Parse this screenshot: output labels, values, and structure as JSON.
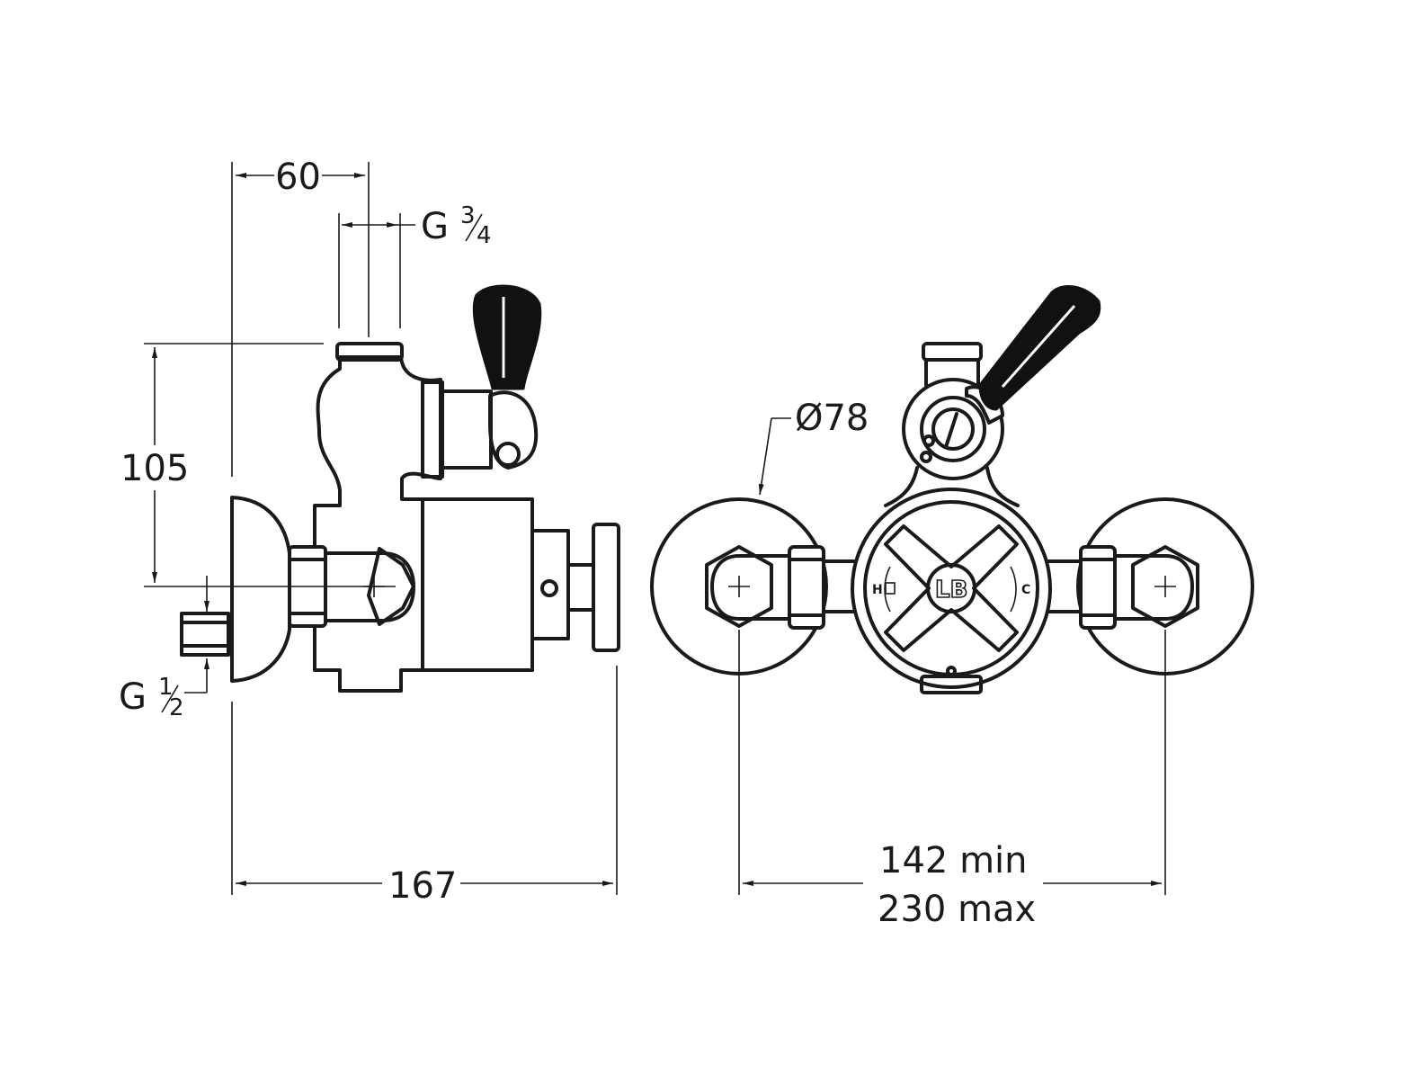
{
  "dimensions": {
    "offset_60": "60",
    "outlet_thread": "G",
    "outlet_thread_num": "3",
    "outlet_thread_den": "4",
    "height_105": "105",
    "inlet_thread": "G",
    "inlet_thread_num": "1",
    "inlet_thread_den": "2",
    "depth_167": "167",
    "diameter_78": "Ø78",
    "centres_min": "142 min",
    "centres_max": "230 max"
  },
  "valve_markings": {
    "hot": "H",
    "cold": "C",
    "brand": "LB"
  },
  "colors": {
    "line": "#1a1a1a",
    "lever": "#111111",
    "background": "#ffffff"
  }
}
